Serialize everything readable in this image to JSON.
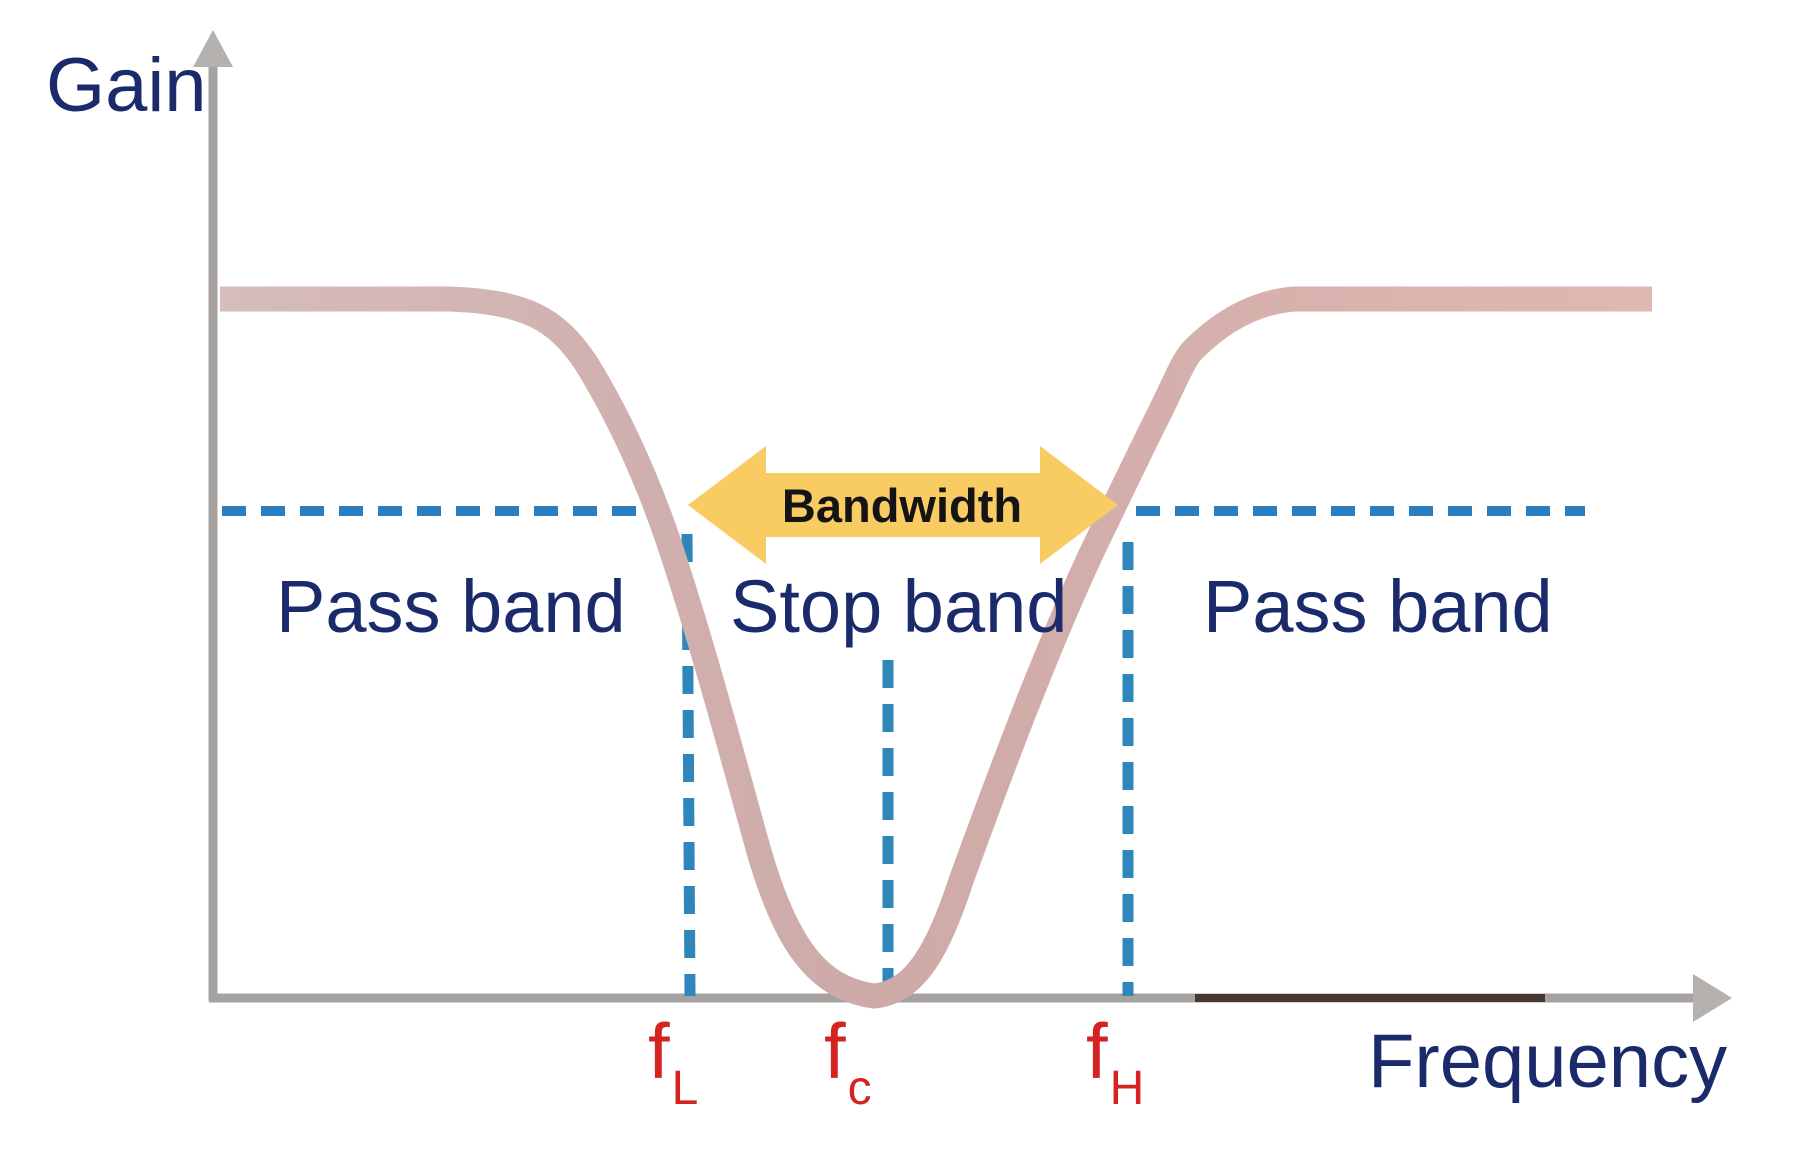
{
  "figure": {
    "axes": {
      "y_label": "Gain",
      "x_label": "Frequency"
    },
    "regions": {
      "pass_left": "Pass band",
      "stop": "Stop band",
      "pass_right": "Pass band"
    },
    "bandwidth": {
      "label": "Bandwidth"
    },
    "markers": {
      "f_low": {
        "base": "f",
        "sub": "L"
      },
      "f_center": {
        "base": "f",
        "sub": "c"
      },
      "f_high": {
        "base": "f",
        "sub": "H"
      }
    },
    "colors": {
      "axis_text_navy": "#1b2a6b",
      "marker_text_red": "#d42321",
      "bandwidth_arrow_yellow": "#f8cc63",
      "bandwidth_text_black": "#141414",
      "dashed_line_blue": "#2b7fc1",
      "dashed_line_teal": "#2e86bb",
      "response_curve_pink": "#d4afab",
      "axis_gray": "#a6a2a0",
      "axis_dark_segment": "#473931"
    }
  }
}
